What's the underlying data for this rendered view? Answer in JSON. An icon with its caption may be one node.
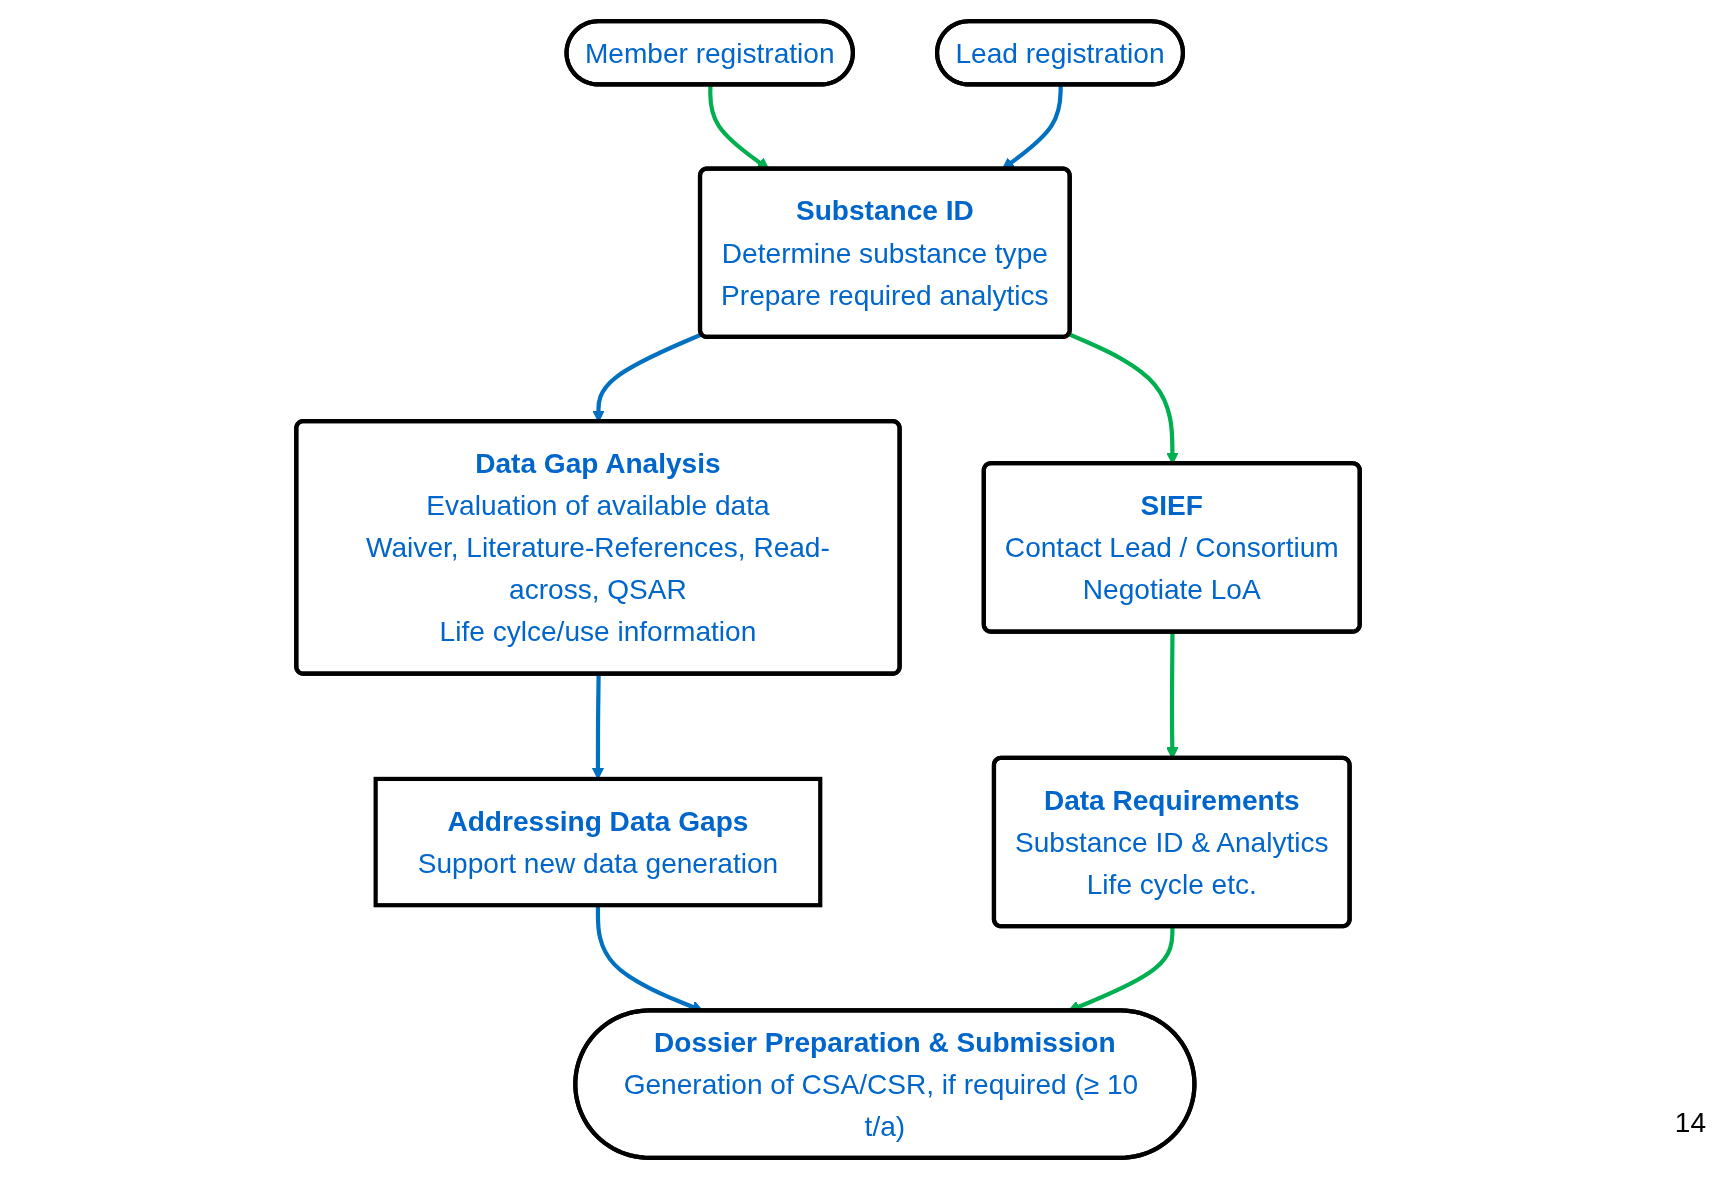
{
  "diagram": {
    "nodes": [
      {
        "text": [
          "Member registration"
        ]
      },
      {
        "text": [
          "Lead registration"
        ]
      },
      {
        "text": [
          "Substance ID",
          "Determine substance type",
          "Prepare required analytics"
        ]
      },
      {
        "text": [
          "SIEF",
          "Contact Lead / Consortium",
          "Negotiate LoA"
        ]
      },
      {
        "text": [
          "Data Gap Analysis",
          "Evaluation of available data",
          "Waiver, Literature-References, Read-across, QSAR",
          "Life cylce/use information"
        ]
      },
      {
        "text": [
          "Data Requirements",
          "Substance ID & Analytics",
          "Life cycle etc."
        ]
      },
      {
        "text": [
          "Addressing Data Gaps",
          "Support new data generation"
        ]
      },
      {
        "text": [
          "Dossier Preparation & Submission",
          "Generation of CSA/CSR, if required (≥ 10 t/a)"
        ]
      }
    ],
    "edges": [
      {
        "from": 0,
        "to": 2,
        "arrow": "to",
        "color": "#00b050"
      },
      {
        "from": 1,
        "to": 2,
        "arrow": "to",
        "color": "#0070c0"
      },
      {
        "from": 2,
        "to": 3,
        "arrow": "to",
        "color": "#00b050"
      },
      {
        "from": 2,
        "to": 4,
        "arrow": "to",
        "color": "#0070c0"
      },
      {
        "from": 3,
        "to": 5,
        "arrow": "to",
        "color": "#00b050"
      },
      {
        "from": 4,
        "to": 6,
        "arrow": "to",
        "color": "#0070c0"
      },
      {
        "from": 6,
        "to": 7,
        "arrow": "to",
        "color": "#0070c0"
      },
      {
        "from": 5,
        "to": 7,
        "arrow": "to",
        "color": "#00b050"
      }
    ],
    "labels": [
      "14"
    ]
  }
}
